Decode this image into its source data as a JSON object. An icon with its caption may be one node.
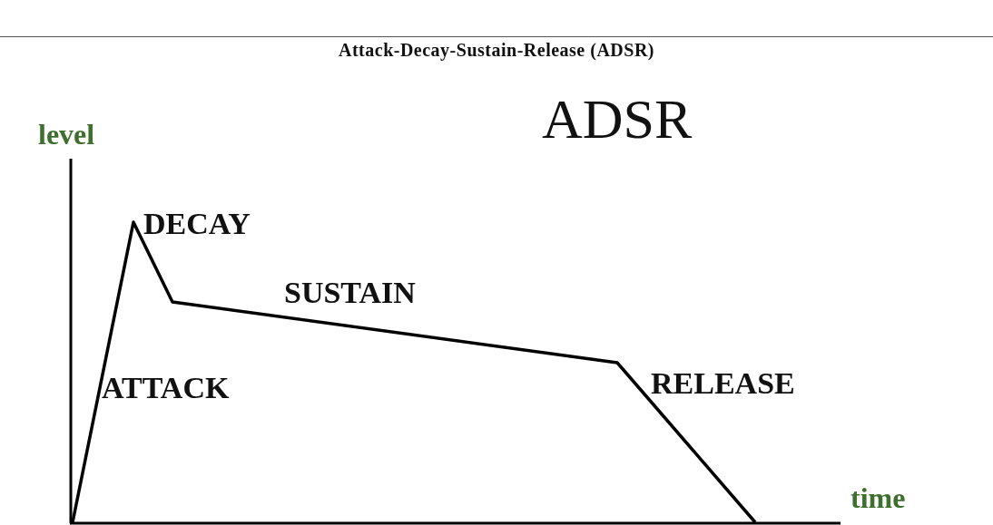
{
  "diagram": {
    "title": "Attack-Decay-Sustain-Release (ADSR)",
    "labels": [
      "ADSR",
      "level",
      "time",
      "DECAY",
      "SUSTAIN",
      "ATTACK",
      "RELEASE"
    ]
  }
}
